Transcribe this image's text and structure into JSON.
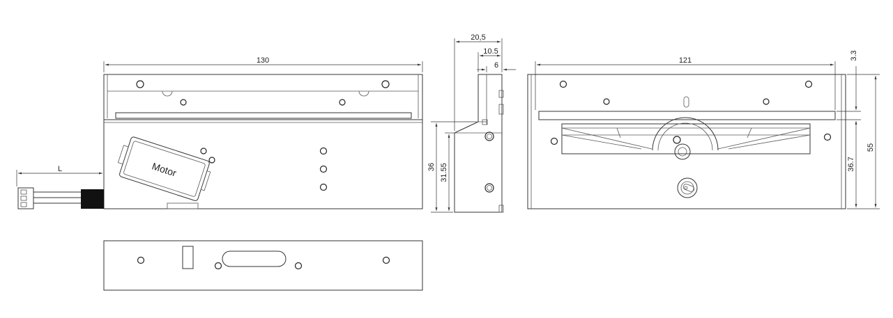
{
  "drawing": {
    "dimensions": {
      "front_width": "130",
      "lead_length": "L",
      "side_width": "20,5",
      "side_inner": "10.5",
      "side_wall": "6",
      "side_height": "36",
      "side_height_inner": "31.55",
      "rear_width": "121",
      "rear_top_offset": "3.3",
      "rear_height": "55",
      "rear_lower_height": "36.7"
    },
    "motor_label": "Motor"
  }
}
